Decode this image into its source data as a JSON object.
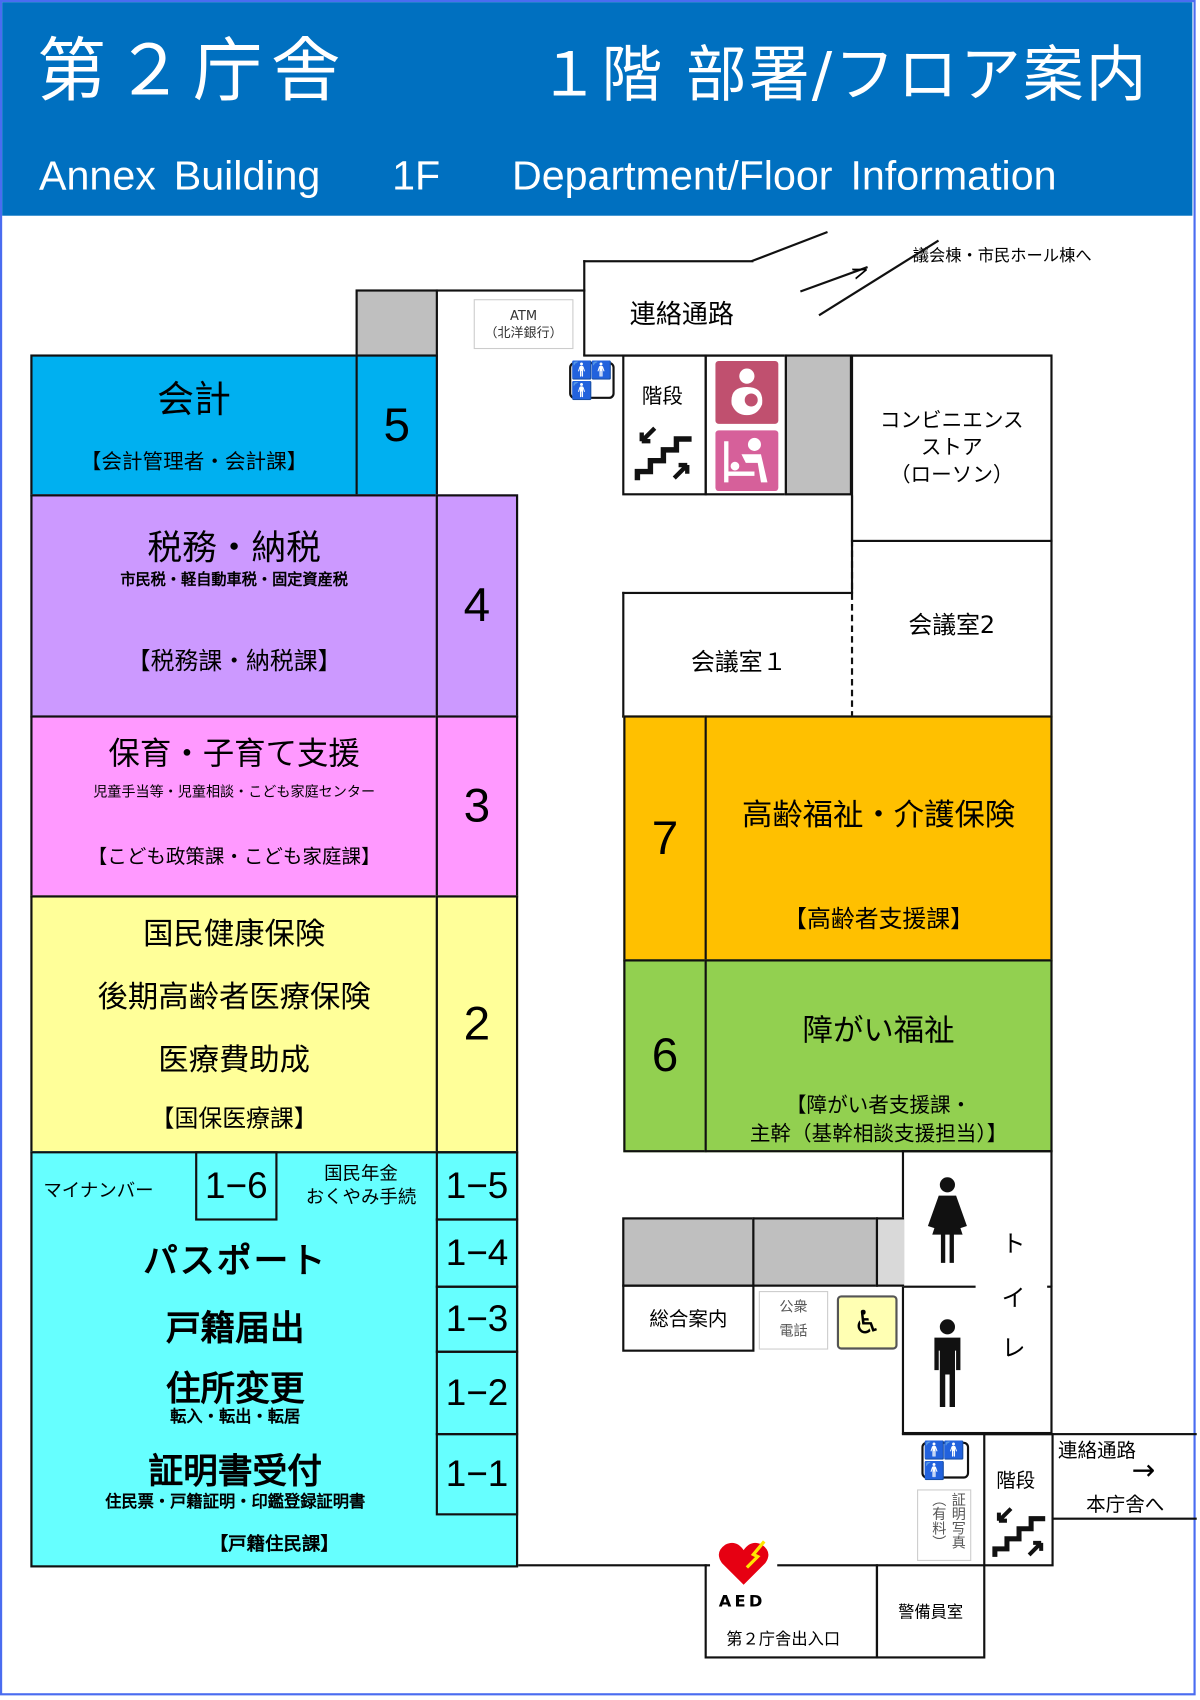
{
  "header": {
    "title_jp": "第２庁舎",
    "subtitle_jp": "１階 部署/フロア案内",
    "title_en": "Annex Building    1F    Department/Floor Information",
    "bg_color": "#0070c0"
  },
  "directions": {
    "to_council": "議会棟・市民ホール棟へ",
    "corridor_top": "連絡通路",
    "corridor_right": "連絡通路",
    "to_main": "本庁舎へ",
    "arrow": "→"
  },
  "facilities": {
    "atm": "ATM",
    "atm_bank": "（北洋銀行）",
    "stairs_top": "階段",
    "stairs_bottom": "階段",
    "convenience_line1": "コンビニエンス",
    "convenience_line2": "ストア",
    "convenience_line3": "（ローソン）",
    "meeting_room_1": "会議室１",
    "meeting_room_2": "会議室2",
    "information": "総合案内",
    "public_phone_1": "公衆",
    "public_phone_2": "電話",
    "toilet_1": "ト",
    "toilet_2": "イ",
    "toilet_3": "レ",
    "photo_1": "証明写真",
    "photo_2": "（有料）",
    "aed": "AED",
    "entrance": "第２庁舎出入口",
    "guard_room": "警備員室"
  },
  "departments": [
    {
      "number": "5",
      "name": "会計",
      "sections": "【会計管理者・会計課】",
      "color": "#00b0f0"
    },
    {
      "number": "4",
      "name": "税務・納税",
      "detail": "市民税・軽自動車税・固定資産税",
      "sections": "【税務課・納税課】",
      "color": "#cc99ff"
    },
    {
      "number": "3",
      "name": "保育・子育て支援",
      "detail": "児童手当等・児童相談・こども家庭センター",
      "sections": "【こども政策課・こども家庭課】",
      "color": "#ff99ff"
    },
    {
      "number": "2",
      "lines": [
        "国民健康保険",
        "後期高齢者医療保険",
        "医療費助成"
      ],
      "sections": "【国保医療課】",
      "color": "#ffff99"
    },
    {
      "number": "7",
      "name": "高齢福祉・介護保険",
      "sections": "【高齢者支援課】",
      "color": "#ffc000"
    },
    {
      "number": "6",
      "name": "障がい福祉",
      "sections_1": "【障がい者支援課・",
      "sections_2": "主幹（基幹相談支援担当）】",
      "color": "#92d050"
    }
  ],
  "counters": {
    "color": "#66ffff",
    "mynumber": "マイナンバー",
    "c16": "1−6",
    "pension_1": "国民年金",
    "pension_2": "おくやみ手続",
    "c15": "1−5",
    "passport": "パスポート",
    "c14": "1−4",
    "family_register": "戸籍届出",
    "c13": "1−3",
    "address_change": "住所変更",
    "address_detail": "転入・転出・転居",
    "c12": "1−2",
    "certificates": "証明書受付",
    "certificates_detail": "住民票・戸籍証明・印鑑登録証明書",
    "c11": "1−1",
    "section": "【戸籍住民課】"
  }
}
